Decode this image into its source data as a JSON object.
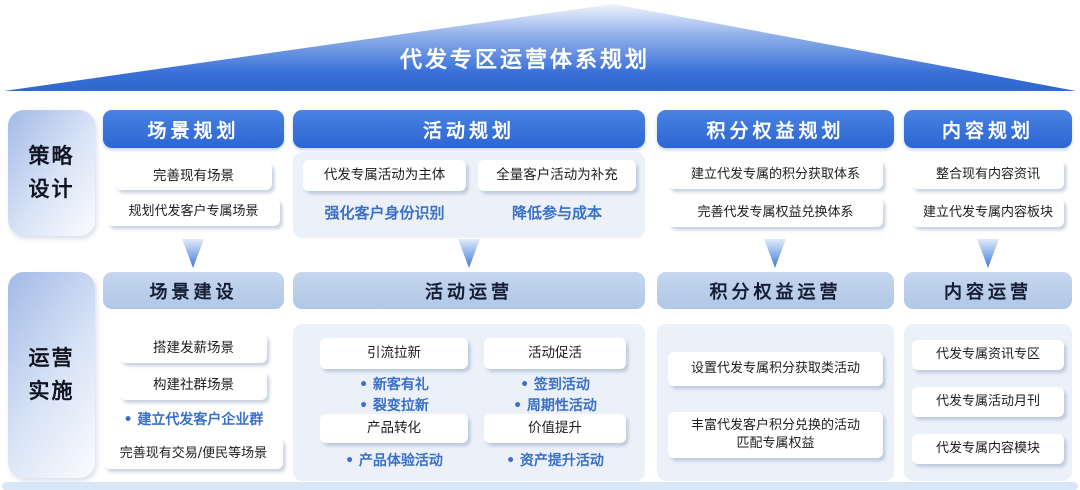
{
  "title": "代发专区运营体系规划",
  "strategy": {
    "label": "策略\n设计",
    "scene": {
      "header": "场景规划",
      "items": [
        "完善现有场景",
        "规划代发客户专属场景"
      ]
    },
    "activity": {
      "header": "活动规划",
      "boxes": [
        "代发专属活动为主体",
        "全量客户活动为补充"
      ],
      "notes": [
        "强化客户身份识别",
        "降低参与成本"
      ]
    },
    "points": {
      "header": "积分权益规划",
      "items": [
        "建立代发专属的积分获取体系",
        "完善代发专属权益兑换体系"
      ]
    },
    "content": {
      "header": "内容规划",
      "items": [
        "整合现有内容资讯",
        "建立代发专属内容板块"
      ]
    }
  },
  "operation": {
    "label": "运营\n实施",
    "scene": {
      "header": "场景建设",
      "items": [
        "搭建发薪场景",
        "构建社群场景"
      ],
      "bullet": "•  建立代发客户企业群",
      "last_item": "完善现有交易/便民等场景"
    },
    "activity": {
      "header": "活动运营",
      "cells": [
        {
          "box": "引流拉新",
          "bullets": [
            "•  新客有礼",
            "•  裂变拉新"
          ]
        },
        {
          "box": "活动促活",
          "bullets": [
            "•  签到活动",
            "•  周期性活动"
          ]
        },
        {
          "box": "产品转化",
          "bullets": [
            "•  产品体验活动"
          ]
        },
        {
          "box": "价值提升",
          "bullets": [
            "•  资产提升活动"
          ]
        }
      ]
    },
    "points": {
      "header": "积分权益运营",
      "items": [
        "设置代发专属积分获取类活动",
        "丰富代发客户积分兑换的活动\n匹配专属权益"
      ]
    },
    "content": {
      "header": "内容运营",
      "items": [
        "代发专属资讯专区",
        "代发专属活动月刊",
        "代发专属内容模块"
      ]
    }
  },
  "colors": {
    "header_blue": "#2f6fd6",
    "light_header_blue": "#b9cde9",
    "accent_text_blue": "#3a70c8",
    "panel_light": "#ecf1f9",
    "roof_blue": "#3a6fd8"
  }
}
